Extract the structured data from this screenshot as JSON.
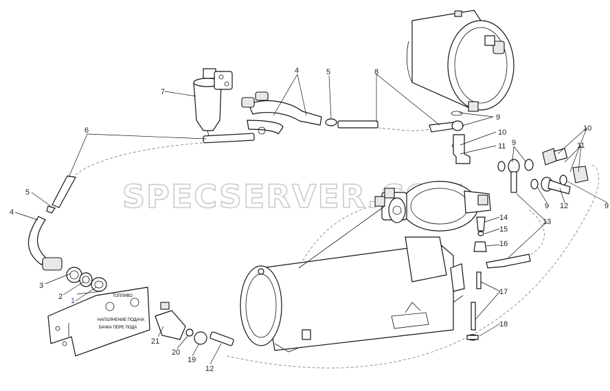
{
  "watermark": "SPECSERVER.COM",
  "callouts": [
    {
      "id": "c1",
      "text": "1"
    },
    {
      "id": "c2",
      "text": "2"
    },
    {
      "id": "c3",
      "text": "3"
    },
    {
      "id": "c4a",
      "text": "4"
    },
    {
      "id": "c4b",
      "text": "4"
    },
    {
      "id": "c5a",
      "text": "5"
    },
    {
      "id": "c5b",
      "text": "5"
    },
    {
      "id": "c6",
      "text": "6"
    },
    {
      "id": "c7",
      "text": "7"
    },
    {
      "id": "c8",
      "text": "8"
    },
    {
      "id": "c9a",
      "text": "9"
    },
    {
      "id": "c9b",
      "text": "9"
    },
    {
      "id": "c9c",
      "text": "9"
    },
    {
      "id": "c9d",
      "text": "9"
    },
    {
      "id": "c10a",
      "text": "10"
    },
    {
      "id": "c10b",
      "text": "10"
    },
    {
      "id": "c11a",
      "text": "11"
    },
    {
      "id": "c11b",
      "text": "11"
    },
    {
      "id": "c12a",
      "text": "12"
    },
    {
      "id": "c12b",
      "text": "12"
    },
    {
      "id": "c13",
      "text": "13"
    },
    {
      "id": "c14",
      "text": "14"
    },
    {
      "id": "c15",
      "text": "15"
    },
    {
      "id": "c16",
      "text": "16"
    },
    {
      "id": "c17",
      "text": "17"
    },
    {
      "id": "c18",
      "text": "18"
    },
    {
      "id": "c19",
      "text": "19"
    },
    {
      "id": "c20",
      "text": "20"
    },
    {
      "id": "c21",
      "text": "21"
    }
  ],
  "plate": {
    "heading": "ТОПЛИВО",
    "line1": "НАПОЛНЕНИЕ  ПОДАЧА",
    "line2": "БАЧКА   ПЕРЕ  ПОДА"
  },
  "colors": {
    "line": "#111111",
    "leader": "#111111",
    "dashed": "#777777",
    "watermark": "#c9c9c9",
    "blue_callout": "#3b4fa8"
  }
}
